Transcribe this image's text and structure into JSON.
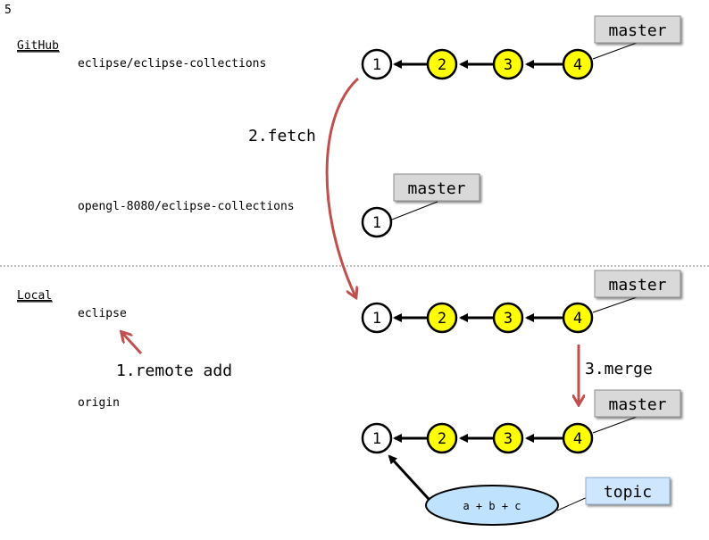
{
  "page_number": "5",
  "sections": {
    "github": {
      "label": "GitHub",
      "upstream_repo": "eclipse/eclipse-collections",
      "fork_repo": "opengl-8080/eclipse-collections"
    },
    "local": {
      "label": "Local",
      "remote_eclipse": "eclipse",
      "remote_origin": "origin"
    }
  },
  "steps": {
    "remote_add": "1.remote add",
    "fetch": "2.fetch",
    "merge": "3.merge"
  },
  "commits": {
    "c1": "1",
    "c2": "2",
    "c3": "3",
    "c4": "4"
  },
  "branches": {
    "master": "master",
    "topic": "topic"
  },
  "topic_commits": "a + b + c",
  "colors": {
    "commit_new": "#ffff00",
    "commit_base": "#ffffff",
    "branch_label": "#d9d9d9",
    "topic_label": "#cfe6ff",
    "topic_ellipse": "#bfe3ff",
    "step_arrow": "#c0504d",
    "divider": "#7f7f7f"
  }
}
